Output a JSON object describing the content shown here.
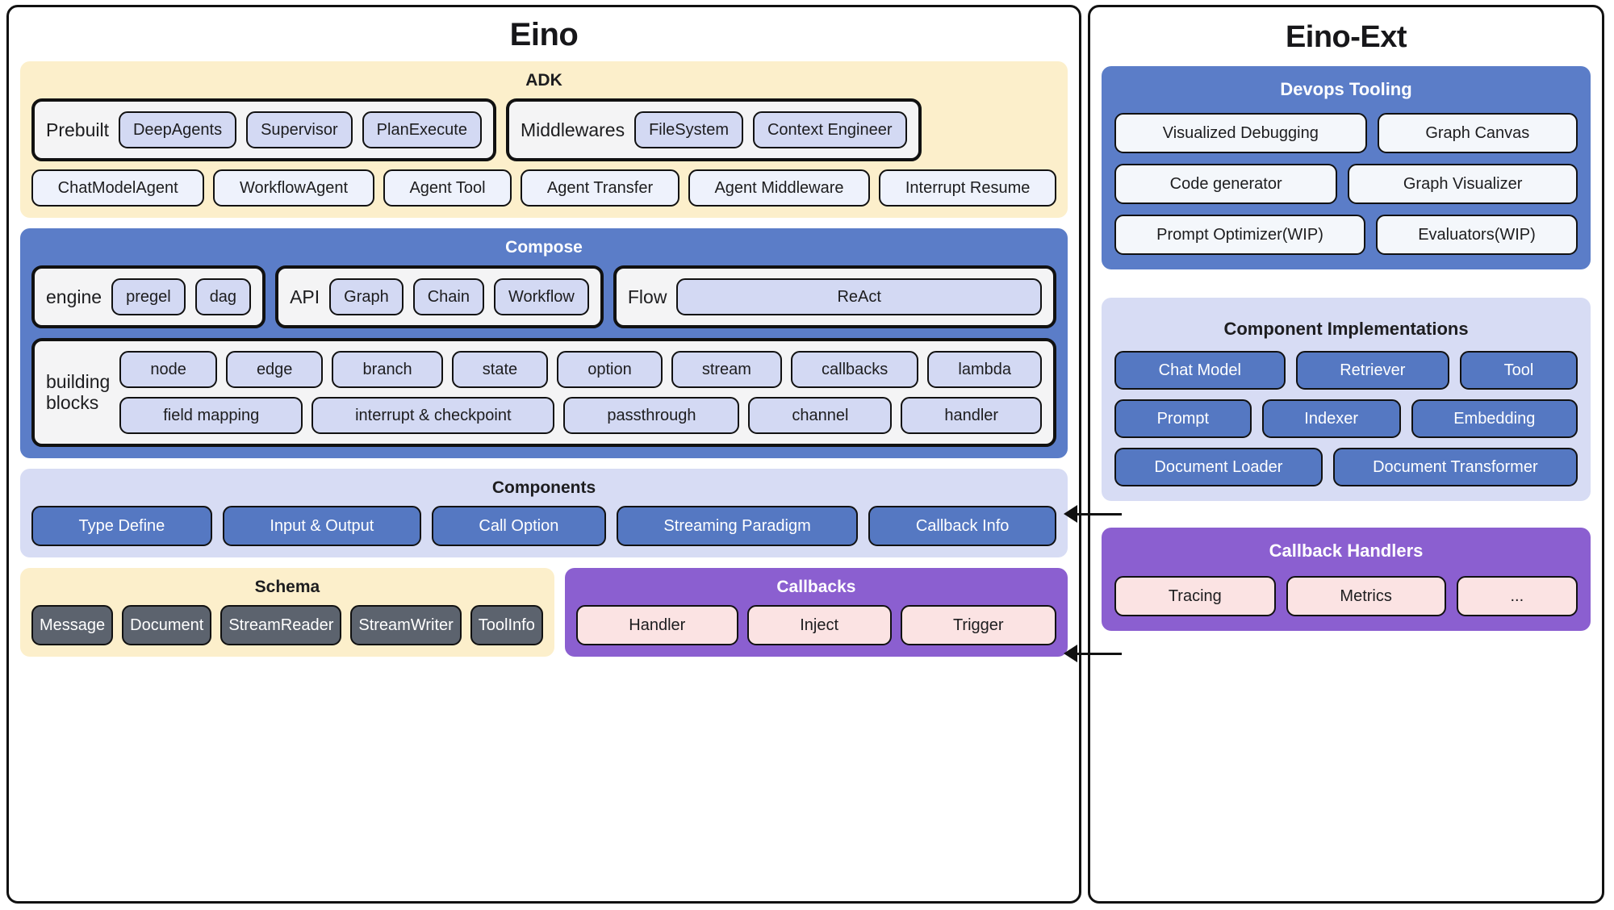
{
  "diagram": {
    "left_panel": {
      "title": "Eino"
    },
    "right_panel": {
      "title": "Eino-Ext"
    },
    "adk": {
      "title": "ADK",
      "prebuilt": {
        "label": "Prebuilt",
        "items": [
          "DeepAgents",
          "Supervisor",
          "PlanExecute"
        ]
      },
      "middlewares": {
        "label": "Middlewares",
        "items": [
          "FileSystem",
          "Context Engineer"
        ]
      },
      "features": [
        "ChatModelAgent",
        "WorkflowAgent",
        "Agent Tool",
        "Agent Transfer",
        "Agent Middleware",
        "Interrupt Resume"
      ]
    },
    "compose": {
      "title": "Compose",
      "engine": {
        "label": "engine",
        "items": [
          "pregel",
          "dag"
        ]
      },
      "api": {
        "label": "API",
        "items": [
          "Graph",
          "Chain",
          "Workflow"
        ]
      },
      "flow": {
        "label": "Flow",
        "items": [
          "ReAct"
        ]
      },
      "building_blocks": {
        "label_line1": "building",
        "label_line2": "blocks",
        "row1": [
          "node",
          "edge",
          "branch",
          "state",
          "option",
          "stream",
          "callbacks",
          "lambda"
        ],
        "row2": [
          "field mapping",
          "interrupt & checkpoint",
          "passthrough",
          "channel",
          "handler"
        ]
      }
    },
    "components": {
      "title": "Components",
      "items": [
        "Type Define",
        "Input & Output",
        "Call Option",
        "Streaming Paradigm",
        "Callback Info"
      ]
    },
    "schema": {
      "title": "Schema",
      "items": [
        "Message",
        "Document",
        "StreamReader",
        "StreamWriter",
        "ToolInfo"
      ]
    },
    "callbacks": {
      "title": "Callbacks",
      "items": [
        "Handler",
        "Inject",
        "Trigger"
      ]
    },
    "devops_tooling": {
      "title": "Devops Tooling",
      "row1": [
        "Visualized Debugging",
        "Graph Canvas"
      ],
      "row2": [
        "Code generator",
        "Graph Visualizer"
      ],
      "row3": [
        "Prompt Optimizer(WIP)",
        "Evaluators(WIP)"
      ]
    },
    "component_implementations": {
      "title": "Component Implementations",
      "row1": [
        "Chat Model",
        "Retriever",
        "Tool"
      ],
      "row2": [
        "Prompt",
        "Indexer",
        "Embedding"
      ],
      "row3": [
        "Document Loader",
        "Document Transformer"
      ]
    },
    "callback_handlers": {
      "title": "Callback Handlers",
      "items": [
        "Tracing",
        "Metrics",
        "..."
      ]
    },
    "colors": {
      "panel_border": "#111111",
      "adk_bg": "#FCEFCB",
      "compose_bg": "#5B7DC8",
      "components_bg": "#D7DCF4",
      "schema_bg": "#FCEFCB",
      "callbacks_bg": "#8B5FD0",
      "chip_lavender": "#D3D9F3",
      "chip_blue": "#5578C2",
      "chip_gray": "#5C636E",
      "chip_pink": "#FBE3E3",
      "chip_pale": "#EEF2FC",
      "group_bg": "#F4F4F5"
    }
  }
}
